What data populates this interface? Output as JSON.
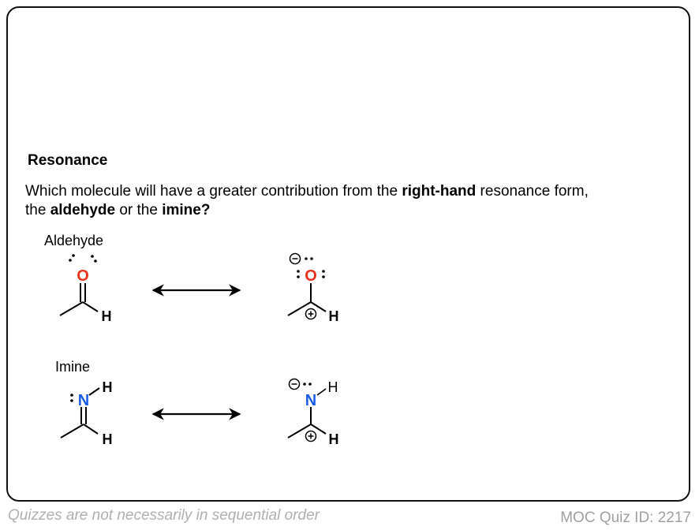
{
  "question": {
    "heading": "Resonance",
    "line1_pre": "Which molecule will have a greater contribution from the ",
    "line1_bold": "right-hand",
    "line1_post": " resonance form,",
    "line2_pre": "the ",
    "line2_bold1": "aldehyde",
    "line2_mid": " or the ",
    "line2_bold2": "imine?"
  },
  "molecules": {
    "aldehyde_label": "Aldehyde",
    "imine_label": "Imine",
    "oxygen": "O",
    "nitrogen": "N",
    "hydrogen": "H",
    "oxygen_color": "#e8331c",
    "nitrogen_color": "#1b5ce6"
  },
  "footer": {
    "note": "Quizzes are not necessarily in sequential order",
    "quiz_id": "MOC Quiz ID: 2217"
  }
}
